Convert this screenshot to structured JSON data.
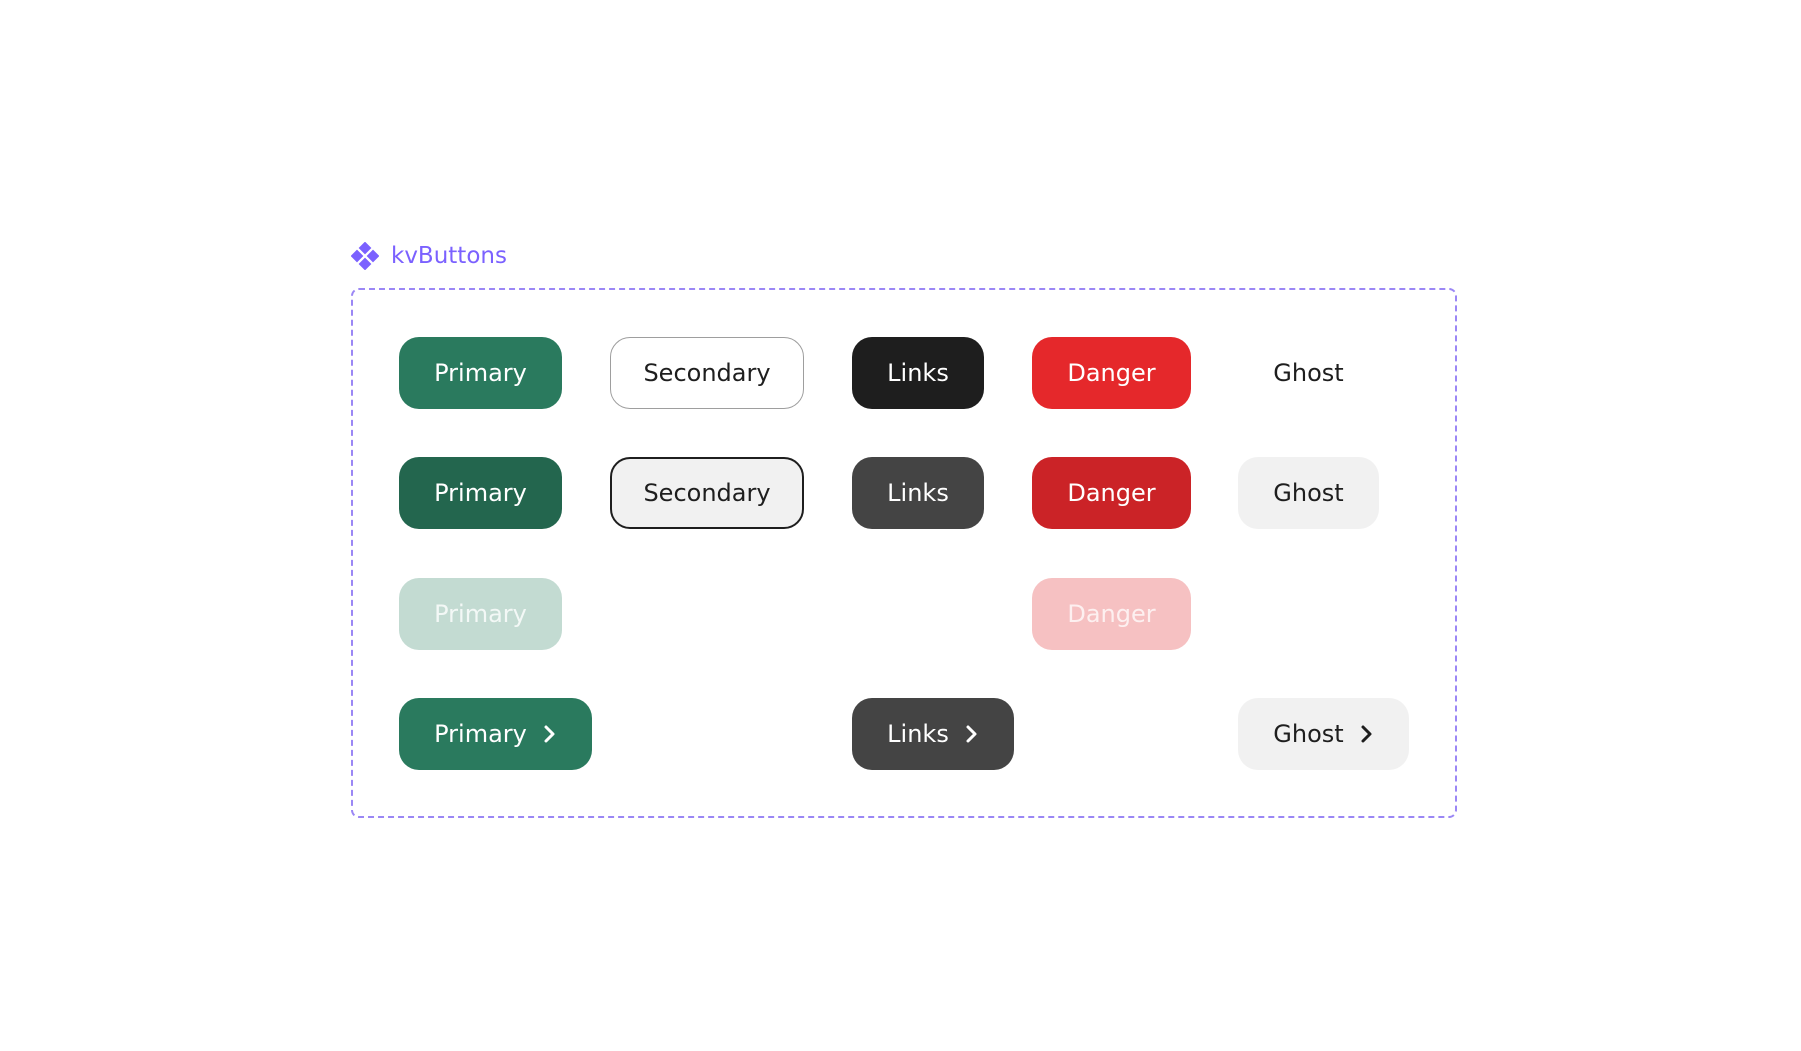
{
  "component": {
    "title": "kvButtons",
    "icon": "component-diamond-icon",
    "accent_color": "#7B61FF"
  },
  "colors": {
    "primary": "#2A7A5E",
    "primary_hover": "#23664E",
    "primary_disabled": "#C3DBD2",
    "links": "#1E1E1E",
    "links_hover": "#444444",
    "danger": "#E5282B",
    "danger_hover": "#CB2327",
    "danger_disabled": "#F6C1C2",
    "ghost_hover": "#F1F1F1",
    "frame_border": "#9B87F5"
  },
  "buttons": {
    "primary": {
      "default": "Primary",
      "hover": "Primary",
      "disabled": "Primary",
      "with_icon": "Primary"
    },
    "secondary": {
      "default": "Secondary",
      "hover": "Secondary"
    },
    "links": {
      "default": "Links",
      "hover": "Links",
      "with_icon": "Links"
    },
    "danger": {
      "default": "Danger",
      "hover": "Danger",
      "disabled": "Danger"
    },
    "ghost": {
      "default": "Ghost",
      "hover": "Ghost",
      "with_icon": "Ghost"
    }
  },
  "icons": {
    "trailing": "chevron-right-icon"
  }
}
